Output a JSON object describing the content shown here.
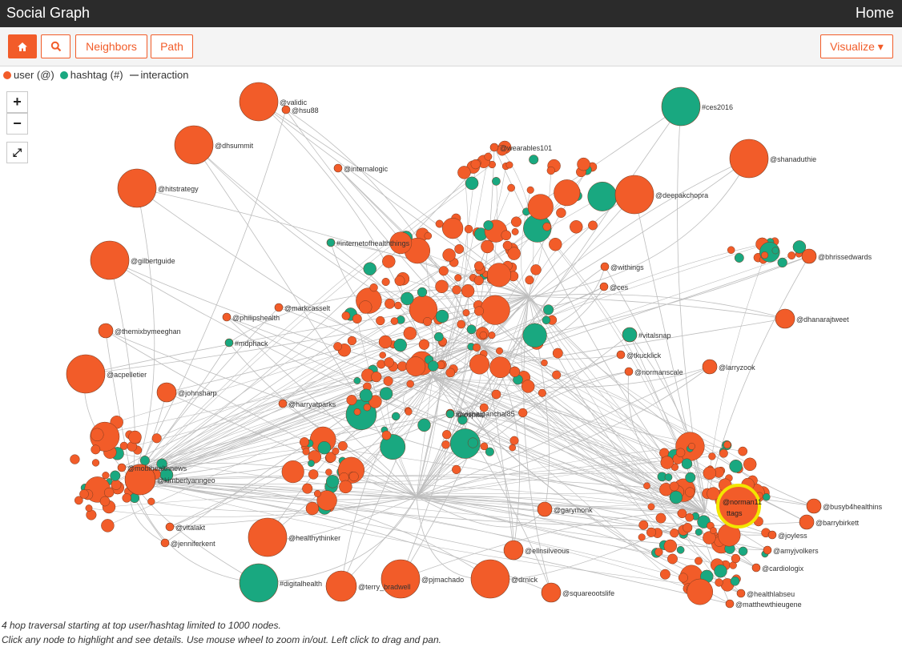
{
  "window": {
    "title": "Social Graph",
    "home_link": "Home"
  },
  "toolbar": {
    "neighbors_label": "Neighbors",
    "path_label": "Path",
    "visualize_label": "Visualize ▾"
  },
  "legend": {
    "user": "user (@)",
    "hashtag": "hashtag (#)",
    "interaction": "interaction"
  },
  "zoom": {
    "in": "+",
    "out": "−",
    "fit": "⤢"
  },
  "colors": {
    "user": "#f25c29",
    "hashtag": "#19a880",
    "edge": "#bdbdbd",
    "highlight": "#f2e500",
    "accent": "#f25c29"
  },
  "icons": {
    "home": "home-icon",
    "search": "search-icon",
    "fit": "fit-screen-icon"
  },
  "selected_node": {
    "label_line1": "@norman11",
    "label_line2": "ttags"
  },
  "nodes": [
    {
      "label": "@validic",
      "type": "user",
      "size": "xl"
    },
    {
      "label": "@hsu88",
      "type": "user",
      "size": "xs"
    },
    {
      "label": "@dhsummit",
      "type": "user",
      "size": "xl"
    },
    {
      "label": "@hitstrategy",
      "type": "user",
      "size": "xl"
    },
    {
      "label": "@gilbertguide",
      "type": "user",
      "size": "xl"
    },
    {
      "label": "@themixbymeeghan",
      "type": "user",
      "size": "s"
    },
    {
      "label": "@acpelletier",
      "type": "user",
      "size": "xl"
    },
    {
      "label": "@johnsharp",
      "type": "user",
      "size": "m"
    },
    {
      "label": "@kimberlyanngeo",
      "type": "user",
      "size": "l"
    },
    {
      "label": "@healthythinker",
      "type": "user",
      "size": "xl"
    },
    {
      "label": "#digitalhealth",
      "type": "hashtag",
      "size": "xl"
    },
    {
      "label": "@terry_bradwell",
      "type": "user",
      "size": "l"
    },
    {
      "label": "@pjmachado",
      "type": "user",
      "size": "xl"
    },
    {
      "label": "@drnick",
      "type": "user",
      "size": "xl"
    },
    {
      "label": "@squareootslife",
      "type": "user",
      "size": "m"
    },
    {
      "label": "@ellnsilveous",
      "type": "user",
      "size": "m"
    },
    {
      "label": "@garymonk",
      "type": "user",
      "size": "s"
    },
    {
      "label": "#ces2016",
      "type": "hashtag",
      "size": "xl"
    },
    {
      "label": "@shanaduthie",
      "type": "user",
      "size": "xl"
    },
    {
      "label": "@deepakchopra",
      "type": "user",
      "size": "xl"
    },
    {
      "label": "@bhrissedwards",
      "type": "user",
      "size": "s"
    },
    {
      "label": "@dhanarajtweet",
      "type": "user",
      "size": "m"
    },
    {
      "label": "@larryzook",
      "type": "user",
      "size": "s"
    },
    {
      "label": "@barrybirkett",
      "type": "user",
      "size": "s"
    },
    {
      "label": "@busyb4healthins",
      "type": "user",
      "size": "s"
    },
    {
      "label": "@vishalpanchal85",
      "type": "user",
      "size": "xs"
    },
    {
      "label": "#internetofhealththings",
      "type": "hashtag",
      "size": "xs"
    },
    {
      "label": "#mdphack",
      "type": "hashtag",
      "size": "xs"
    },
    {
      "label": "@philipshealth",
      "type": "user",
      "size": "xs"
    },
    {
      "label": "@internalogic",
      "type": "user",
      "size": "xs"
    },
    {
      "label": "@wearables101",
      "type": "user",
      "size": "xs"
    },
    {
      "label": "@withings",
      "type": "user",
      "size": "xs"
    },
    {
      "label": "@ces",
      "type": "user",
      "size": "xs"
    },
    {
      "label": "#vitalsnap",
      "type": "hashtag",
      "size": "s"
    },
    {
      "label": "@tkucklick",
      "type": "user",
      "size": "xs"
    },
    {
      "label": "@normanscale",
      "type": "user",
      "size": "xs"
    },
    {
      "label": "@mobihealthnews",
      "type": "user",
      "size": "xs"
    },
    {
      "label": "@vitalakt",
      "type": "user",
      "size": "xs"
    },
    {
      "label": "@jenniferkent",
      "type": "user",
      "size": "xs"
    },
    {
      "label": "@amyjvolkers",
      "type": "user",
      "size": "xs"
    },
    {
      "label": "@joyless",
      "type": "user",
      "size": "xs"
    },
    {
      "label": "@cardiologix",
      "type": "user",
      "size": "xs"
    },
    {
      "label": "@healthlabseu",
      "type": "user",
      "size": "xs"
    },
    {
      "label": "@matthewthieugene",
      "type": "user",
      "size": "xs"
    },
    {
      "label": "#hospital",
      "type": "hashtag",
      "size": "xs"
    },
    {
      "label": "@harryatparks",
      "type": "user",
      "size": "xs"
    },
    {
      "label": "@markcasselt",
      "type": "user",
      "size": "xs"
    }
  ],
  "footer": {
    "line1": "4 hop traversal starting at top user/hashtag limited to 1000 nodes.",
    "line2": "Click any node to highlight and see details. Use mouse wheel to zoom in/out. Left click to drag and pan."
  }
}
